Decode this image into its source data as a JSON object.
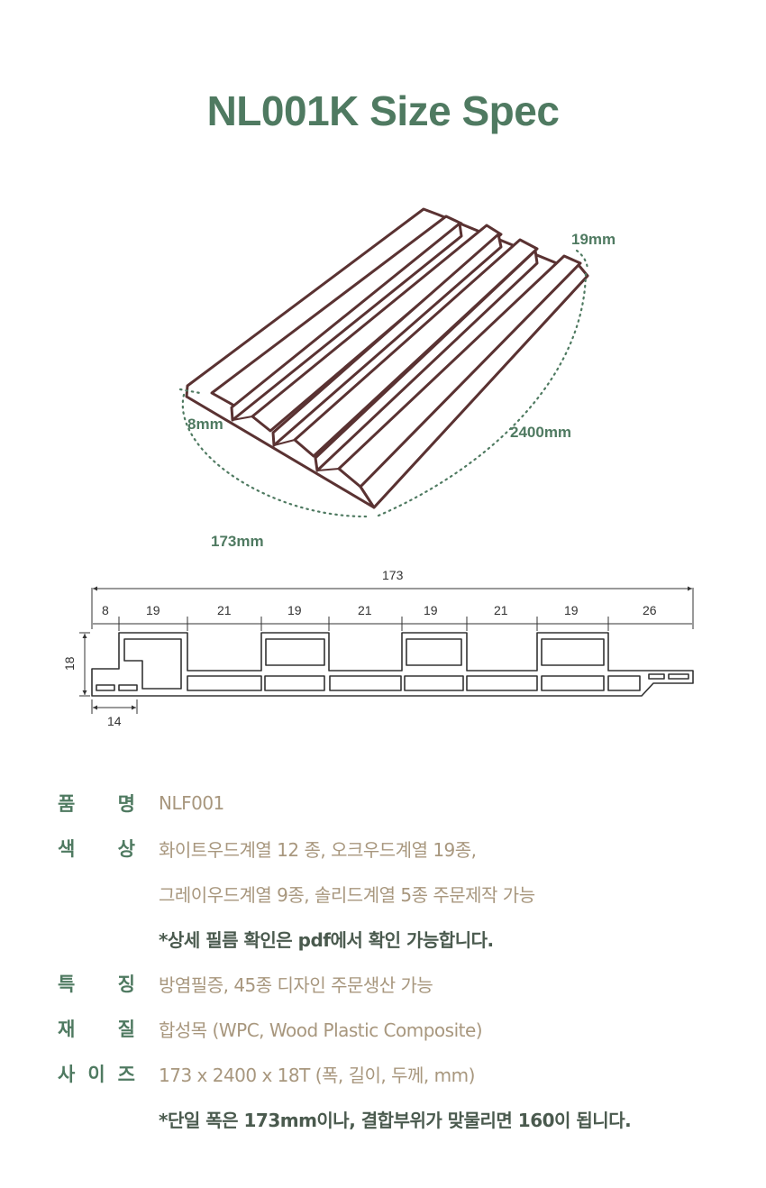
{
  "title": "NL001K Size Spec",
  "product_dims": {
    "thickness": "19mm",
    "groove": "8mm",
    "length": "2400mm",
    "width": "173mm"
  },
  "section": {
    "total": "173",
    "segments": [
      "8",
      "19",
      "21",
      "19",
      "21",
      "19",
      "21",
      "19",
      "26"
    ],
    "height": "18",
    "bottom": "14"
  },
  "spec": {
    "name_key": [
      "품",
      "명"
    ],
    "name_val": "NLF001",
    "color_key": [
      "색",
      "상"
    ],
    "color_val_1": "화이트우드계열 12 종, 오크우드계열 19종,",
    "color_val_2": "그레이우드계열 9종, 솔리드계열 5종 주문제작 가능",
    "color_note": "*상세 필름 확인은 pdf에서 확인 가능합니다.",
    "feature_key": [
      "특",
      "징"
    ],
    "feature_val": "방염필증, 45종 디자인 주문생산 가능",
    "material_key": [
      "재",
      "질"
    ],
    "material_val": "합성목 (WPC, Wood Plastic Composite)",
    "size_key": [
      "사",
      "이",
      "즈"
    ],
    "size_val": "173 x 2400 x 18T (폭, 길이, 두께, mm)",
    "size_note": "*단일 폭은 173mm이나, 결합부위가 맞물리면 160이 됩니다."
  },
  "colors": {
    "brand_green": "#4f7a61",
    "panel_brown": "#5a3232",
    "value_tan": "#a8977e"
  }
}
